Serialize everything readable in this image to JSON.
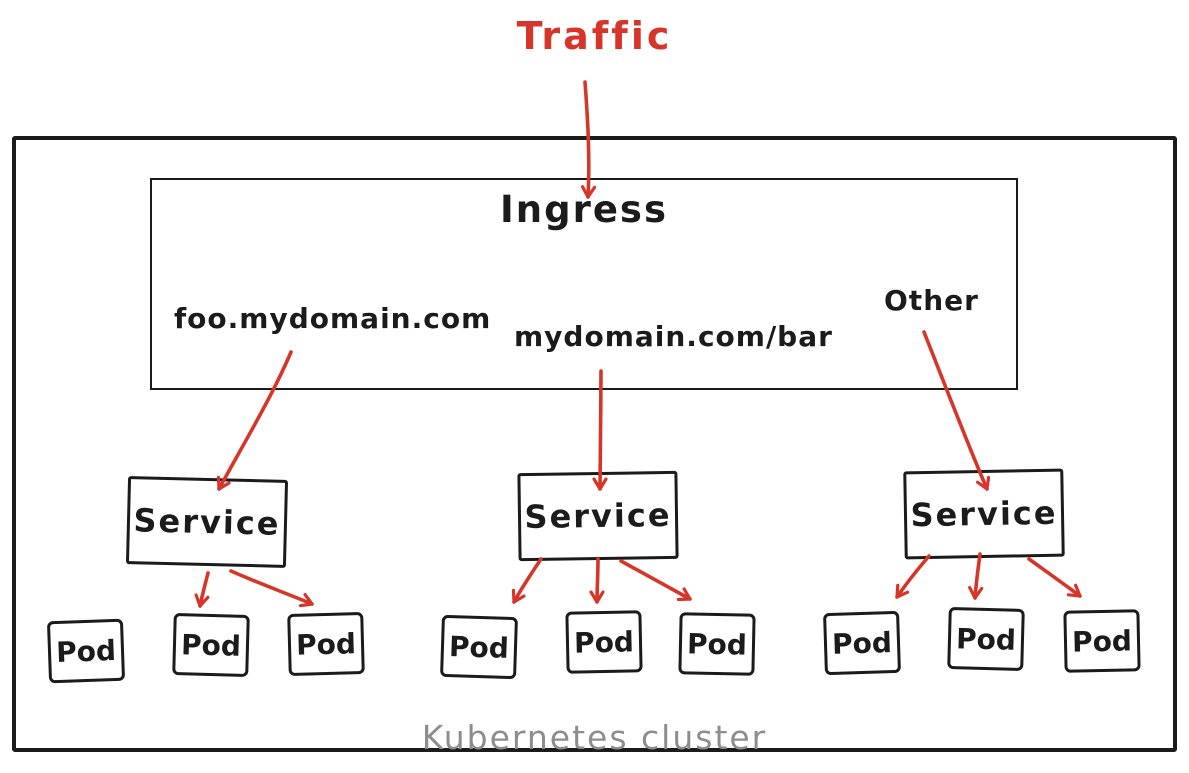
{
  "diagram": {
    "traffic_label": "Traffic",
    "ingress": {
      "title": "Ingress",
      "rules": [
        {
          "label": "foo.mydomain.com"
        },
        {
          "label": "mydomain.com/bar"
        },
        {
          "label": "Other"
        }
      ]
    },
    "groups": [
      {
        "service_label": "Service",
        "pods": [
          {
            "label": "Pod"
          },
          {
            "label": "Pod"
          },
          {
            "label": "Pod"
          }
        ]
      },
      {
        "service_label": "Service",
        "pods": [
          {
            "label": "Pod"
          },
          {
            "label": "Pod"
          },
          {
            "label": "Pod"
          }
        ]
      },
      {
        "service_label": "Service",
        "pods": [
          {
            "label": "Pod"
          },
          {
            "label": "Pod"
          },
          {
            "label": "Pod"
          }
        ]
      }
    ],
    "cluster_label": "Kubernetes cluster",
    "colors": {
      "arrow_red": "#d63629",
      "stroke_black": "#1b1b1b",
      "cluster_gray": "#8d8d8d"
    }
  }
}
